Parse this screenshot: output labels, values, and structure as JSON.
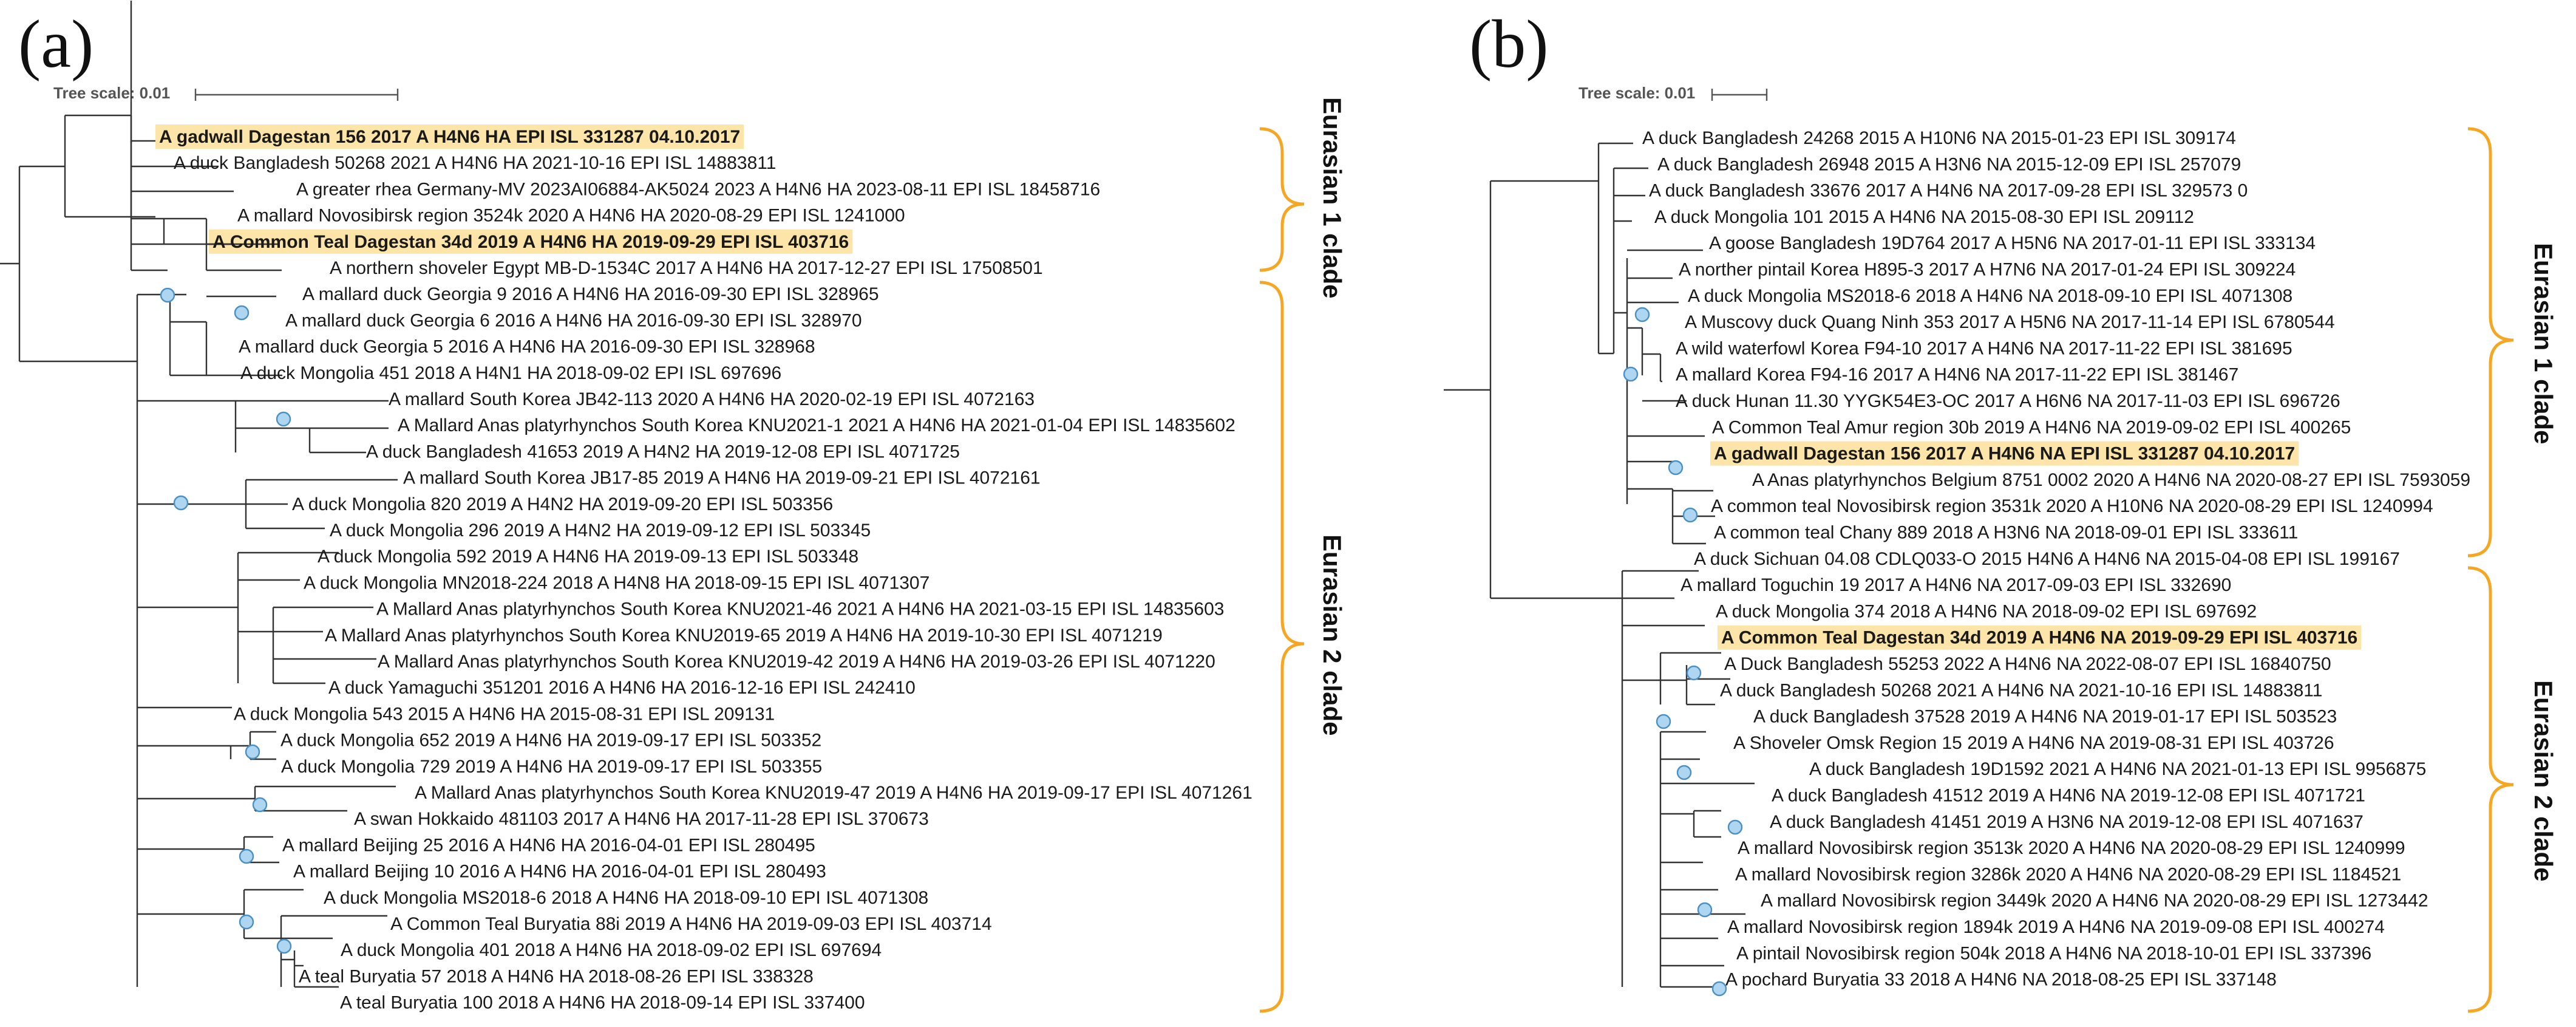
{
  "panels": [
    {
      "label": "(a)",
      "scale": {
        "label": "Tree scale: 0.01"
      },
      "clades": [
        "Eurasian 1 clade",
        "Eurasian 2 clade"
      ],
      "leaves": [
        {
          "text": "A gadwall Dagestan 156 2017 A H4N6 HA EPI ISL 331287 04.10.2017",
          "highlight": true
        },
        {
          "text": "A duck Bangladesh 50268 2021 A H4N6 HA 2021-10-16 EPI ISL 14883811"
        },
        {
          "text": "A greater rhea Germany-MV 2023AI06884-AK5024 2023 A H4N6 HA 2023-08-11 EPI ISL 18458716"
        },
        {
          "text": "A mallard Novosibirsk region 3524k 2020 A H4N6 HA 2020-08-29 EPI ISL 1241000"
        },
        {
          "text": "A Common Teal Dagestan 34d 2019 A H4N6 HA 2019-09-29 EPI ISL 403716",
          "highlight": true
        },
        {
          "text": "A northern shoveler Egypt MB-D-1534C 2017 A H4N6 HA 2017-12-27 EPI ISL 17508501"
        },
        {
          "text": "A mallard duck Georgia 9 2016 A H4N6 HA 2016-09-30 EPI ISL 328965"
        },
        {
          "text": "A mallard duck Georgia 6 2016 A H4N6 HA 2016-09-30 EPI ISL 328970"
        },
        {
          "text": "A mallard duck Georgia 5 2016 A H4N6 HA 2016-09-30 EPI ISL 328968"
        },
        {
          "text": "A duck Mongolia 451 2018 A H4N1 HA 2018-09-02 EPI ISL 697696"
        },
        {
          "text": "A mallard South Korea JB42-113 2020 A H4N6 HA 2020-02-19 EPI ISL 4072163"
        },
        {
          "text": "A Mallard Anas platyrhynchos South Korea KNU2021-1 2021 A H4N6 HA 2021-01-04 EPI ISL 14835602"
        },
        {
          "text": "A duck Bangladesh 41653 2019 A H4N2 HA 2019-12-08 EPI ISL 4071725"
        },
        {
          "text": "A mallard South Korea JB17-85 2019 A H4N6 HA 2019-09-21 EPI ISL 4072161"
        },
        {
          "text": "A duck Mongolia 820 2019 A H4N2 HA 2019-09-20 EPI ISL 503356"
        },
        {
          "text": "A duck Mongolia 296 2019 A H4N2 HA 2019-09-12 EPI ISL 503345"
        },
        {
          "text": "A duck Mongolia 592 2019 A H4N6 HA 2019-09-13 EPI ISL 503348"
        },
        {
          "text": "A duck Mongolia MN2018-224 2018 A H4N8 HA 2018-09-15 EPI ISL 4071307"
        },
        {
          "text": "A Mallard Anas platyrhynchos South Korea KNU2021-46 2021 A H4N6 HA 2021-03-15 EPI ISL 14835603"
        },
        {
          "text": "A Mallard Anas platyrhynchos South Korea KNU2019-65 2019 A H4N6 HA 2019-10-30 EPI ISL 4071219"
        },
        {
          "text": "A Mallard Anas platyrhynchos South Korea KNU2019-42 2019 A H4N6 HA 2019-03-26 EPI ISL 4071220"
        },
        {
          "text": "A duck Yamaguchi 351201 2016 A H4N6 HA 2016-12-16 EPI ISL 242410"
        },
        {
          "text": "A duck Mongolia 543 2015 A H4N6 HA 2015-08-31 EPI ISL 209131"
        },
        {
          "text": "A duck Mongolia 652 2019 A H4N6 HA 2019-09-17 EPI ISL 503352"
        },
        {
          "text": "A duck Mongolia 729 2019 A H4N6 HA 2019-09-17 EPI ISL 503355"
        },
        {
          "text": "A Mallard Anas platyrhynchos South Korea KNU2019-47 2019 A H4N6 HA 2019-09-17 EPI ISL 4071261"
        },
        {
          "text": "A swan Hokkaido 481103 2017 A H4N6 HA 2017-11-28 EPI ISL 370673"
        },
        {
          "text": "A mallard Beijing 25 2016 A H4N6 HA 2016-04-01 EPI ISL 280495"
        },
        {
          "text": "A mallard Beijing 10 2016 A H4N6 HA 2016-04-01 EPI ISL 280493"
        },
        {
          "text": "A duck Mongolia MS2018-6 2018 A H4N6 HA 2018-09-10 EPI ISL 4071308"
        },
        {
          "text": "A Common Teal Buryatia 88i 2019 A H4N6 HA 2019-09-03 EPI ISL 403714"
        },
        {
          "text": "A duck Mongolia 401 2018 A H4N6 HA 2018-09-02 EPI ISL 697694"
        },
        {
          "text": "A teal Buryatia 57 2018 A H4N6 HA 2018-08-26 EPI ISL 338328"
        },
        {
          "text": "A teal Buryatia 100 2018 A H4N6 HA 2018-09-14 EPI ISL 337400"
        }
      ]
    },
    {
      "label": "(b)",
      "scale": {
        "label": "Tree scale: 0.01"
      },
      "clades": [
        "Eurasian 1 clade",
        "Eurasian 2 clade"
      ],
      "leaves": [
        {
          "text": "A duck Bangladesh 24268 2015 A H10N6 NA 2015-01-23 EPI ISL 309174"
        },
        {
          "text": "A duck Bangladesh 26948 2015 A H3N6 NA 2015-12-09 EPI ISL 257079"
        },
        {
          "text": "A duck Bangladesh 33676 2017 A H4N6 NA 2017-09-28 EPI ISL 329573 0"
        },
        {
          "text": "A duck Mongolia 101 2015 A H4N6 NA 2015-08-30 EPI ISL 209112"
        },
        {
          "text": "A goose Bangladesh 19D764 2017 A H5N6 NA 2017-01-11 EPI ISL 333134"
        },
        {
          "text": "A norther pintail Korea H895-3 2017 A H7N6 NA 2017-01-24 EPI ISL 309224"
        },
        {
          "text": "A duck Mongolia MS2018-6 2018 A H4N6 NA 2018-09-10 EPI ISL 4071308"
        },
        {
          "text": "A Muscovy duck Quang Ninh 353 2017 A H5N6 NA 2017-11-14 EPI ISL 6780544"
        },
        {
          "text": "A wild waterfowl Korea F94-10 2017 A H4N6 NA 2017-11-22 EPI ISL 381695"
        },
        {
          "text": "A mallard Korea F94-16 2017 A H4N6 NA 2017-11-22 EPI ISL 381467"
        },
        {
          "text": "A duck Hunan 11.30 YYGK54E3-OC 2017 A H6N6 NA 2017-11-03 EPI ISL 696726"
        },
        {
          "text": "A Common Teal Amur region 30b 2019 A H4N6 NA 2019-09-02 EPI ISL 400265"
        },
        {
          "text": "A gadwall Dagestan 156 2017 A H4N6 NA EPI ISL 331287 04.10.2017",
          "highlight": true
        },
        {
          "text": "A Anas platyrhynchos Belgium 8751 0002 2020 A H4N6 NA 2020-08-27 EPI ISL 7593059"
        },
        {
          "text": "A common teal Novosibirsk region 3531k 2020 A H10N6 NA 2020-08-29 EPI ISL 1240994"
        },
        {
          "text": "A common teal Chany 889 2018 A H3N6 NA 2018-09-01 EPI ISL 333611"
        },
        {
          "text": "A duck Sichuan 04.08 CDLQ033-O 2015 H4N6 A H4N6 NA 2015-04-08 EPI ISL 199167"
        },
        {
          "text": "A mallard Toguchin 19 2017 A H4N6 NA 2017-09-03 EPI ISL 332690"
        },
        {
          "text": "A duck Mongolia 374 2018 A H4N6 NA 2018-09-02 EPI ISL 697692"
        },
        {
          "text": "A Common Teal Dagestan 34d 2019 A H4N6 NA 2019-09-29 EPI ISL 403716",
          "highlight": true
        },
        {
          "text": "A Duck Bangladesh 55253 2022 A H4N6 NA 2022-08-07 EPI ISL 16840750"
        },
        {
          "text": "A duck Bangladesh 50268 2021 A H4N6 NA 2021-10-16 EPI ISL 14883811"
        },
        {
          "text": "A duck Bangladesh 37528 2019 A H4N6 NA 2019-01-17 EPI ISL 503523"
        },
        {
          "text": "A Shoveler Omsk Region 15 2019 A H4N6 NA 2019-08-31 EPI ISL 403726"
        },
        {
          "text": "A duck Bangladesh 19D1592 2021 A H4N6 NA 2021-01-13 EPI ISL 9956875"
        },
        {
          "text": "A duck Bangladesh 41512 2019 A H4N6 NA 2019-12-08 EPI ISL 4071721"
        },
        {
          "text": "A duck Bangladesh 41451 2019 A H3N6 NA 2019-12-08 EPI ISL 4071637"
        },
        {
          "text": "A mallard Novosibirsk region 3513k 2020 A H4N6 NA 2020-08-29 EPI ISL 1240999"
        },
        {
          "text": "A mallard Novosibirsk region 3286k 2020 A H4N6 NA 2020-08-29 EPI ISL 1184521"
        },
        {
          "text": "A mallard Novosibirsk region 3449k 2020 A H4N6 NA 2020-08-29 EPI ISL 1273442"
        },
        {
          "text": "A mallard Novosibirsk region 1894k 2019 A H4N6 NA 2019-09-08 EPI ISL 400274"
        },
        {
          "text": "A pintail Novosibirsk region 504k 2018 A H4N6 NA 2018-10-01 EPI ISL 337396"
        },
        {
          "text": "A pochard Buryatia 33 2018 A H4N6 NA 2018-08-25 EPI ISL 337148"
        }
      ]
    }
  ],
  "colors": {
    "brace": "#f5a623",
    "highlight": "#fde4a8",
    "node": "#aed6f1",
    "branch": "#333333"
  }
}
